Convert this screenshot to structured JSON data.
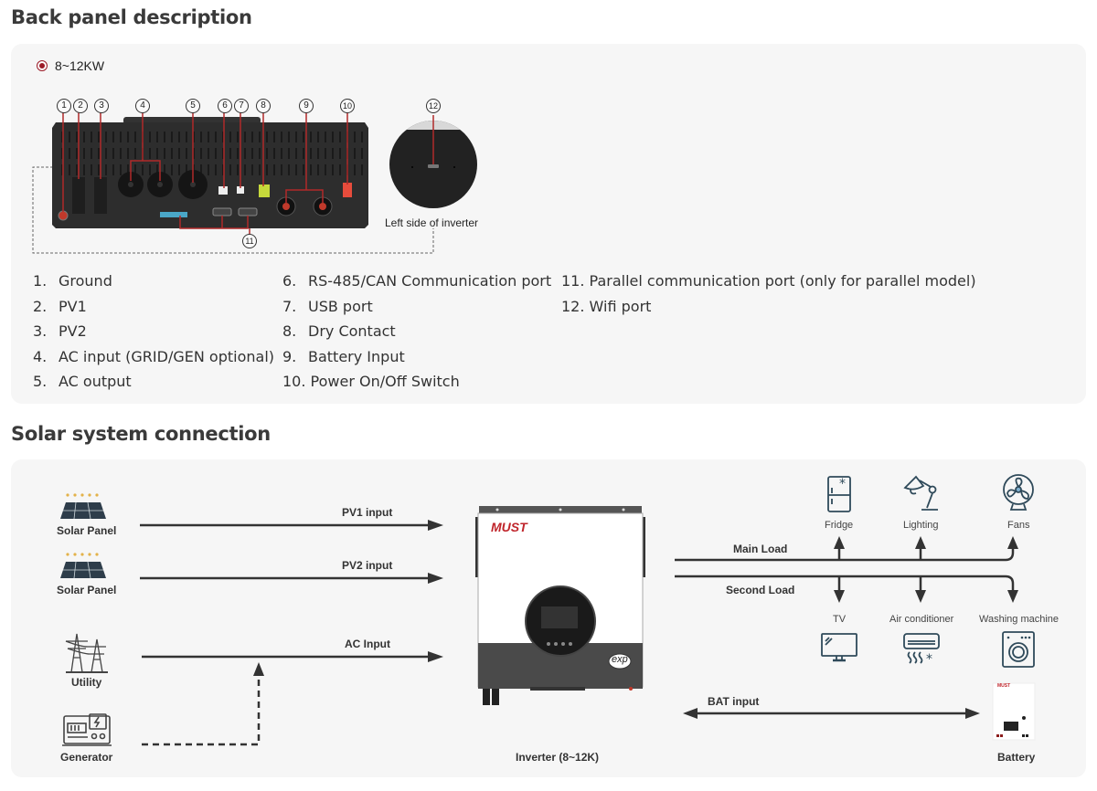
{
  "back_panel": {
    "title": "Back panel description",
    "model_option": "8~12KW",
    "callouts": [
      "1",
      "2",
      "3",
      "4",
      "5",
      "6",
      "7",
      "8",
      "9",
      "10",
      "11",
      "12"
    ],
    "side_caption": "Left side of inverter",
    "items_col1": [
      {
        "num": "1.",
        "label": "Ground"
      },
      {
        "num": "2.",
        "label": "PV1"
      },
      {
        "num": "3.",
        "label": "PV2"
      },
      {
        "num": "4.",
        "label": "AC input (GRID/GEN optional)"
      },
      {
        "num": "5.",
        "label": "AC output"
      }
    ],
    "items_col2": [
      {
        "num": "6.",
        "label": "RS-485/CAN Communication port"
      },
      {
        "num": "7.",
        "label": "USB port"
      },
      {
        "num": "8.",
        "label": "Dry Contact"
      },
      {
        "num": "9.",
        "label": "Battery Input"
      },
      {
        "num": "10.",
        "label": "Power On/Off Switch"
      }
    ],
    "items_col3": [
      {
        "num": "11.",
        "label": "Parallel communication port (only for parallel model)"
      },
      {
        "num": "12.",
        "label": "Wifi port"
      }
    ]
  },
  "solar": {
    "title": "Solar system connection",
    "sources": {
      "panel1": "Solar Panel",
      "panel2": "Solar Panel",
      "utility": "Utility",
      "generator": "Generator"
    },
    "arrows": {
      "pv1": "PV1 input",
      "pv2": "PV2 input",
      "ac": "AC Input",
      "main_load": "Main Load",
      "second_load": "Second Load",
      "bat": "BAT input"
    },
    "inverter": {
      "brand": "MUST",
      "badge": "exp",
      "caption": "Inverter (8~12K)"
    },
    "main_loads": [
      "Fridge",
      "Lighting",
      "Fans"
    ],
    "second_loads": [
      "TV",
      "Air conditioner",
      "Washing machine"
    ],
    "battery": {
      "brand": "MUST",
      "caption": "Battery"
    }
  },
  "colors": {
    "accent": "#9b1b28",
    "panel_bg": "#f6f6f6",
    "icon_stroke": "#2f4a5a",
    "arrow": "#333333",
    "sun_dots": "#e3b24a"
  }
}
